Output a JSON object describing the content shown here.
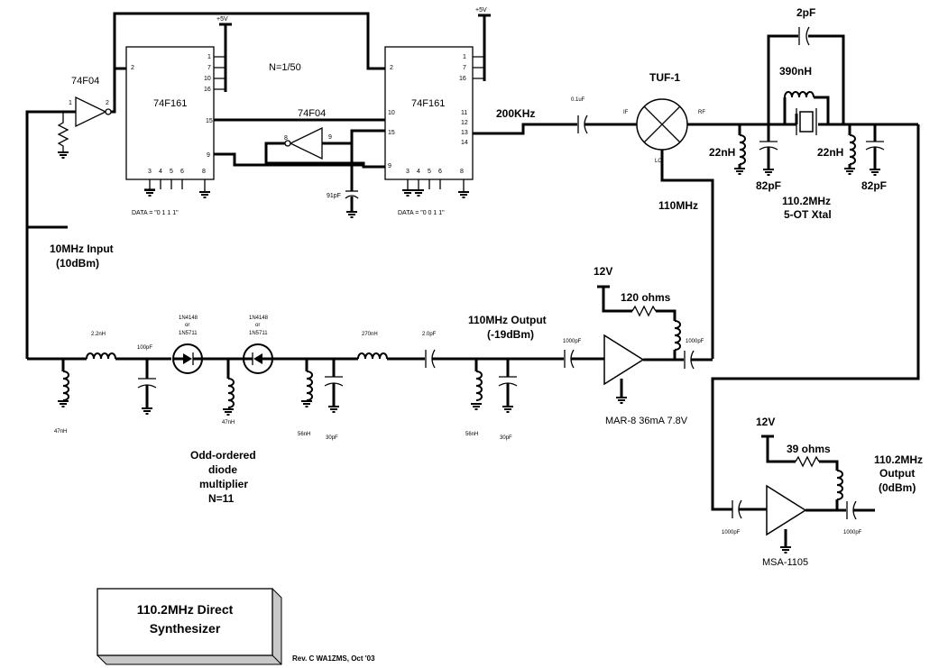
{
  "ic": {
    "u1": "74F161",
    "u2": "74F161",
    "inv_in": "74F04",
    "inv_fb": "74F04",
    "supply_label": "+5V",
    "data_u1": "DATA = \"0 1 1 1\"",
    "data_u2": "DATA = \"0 0 1 1\"",
    "divide_ratio": "N=1/50",
    "cap_91pF": "91pF",
    "pins_u1_left": [
      "2",
      "15",
      "9"
    ],
    "pins_u1_right": [
      "1",
      "7",
      "10",
      "16"
    ],
    "pins_u1_bottom": [
      "3",
      "4",
      "5",
      "6",
      "8"
    ],
    "pins_u2_left": [
      "2",
      "10",
      "15",
      "9"
    ],
    "pins_u2_right": [
      "1",
      "7",
      "16",
      "11",
      "12",
      "13",
      "14"
    ],
    "pins_u2_bottom": [
      "3",
      "4",
      "5",
      "6",
      "8"
    ],
    "inv_in_pins": [
      "1",
      "2"
    ],
    "inv_fb_pins": [
      "8",
      "9"
    ]
  },
  "mixer": {
    "name": "TUF-1",
    "port_if": "IF",
    "port_rf": "RF",
    "port_lo": "LO",
    "if_freq": "200KHz",
    "if_cap": "0.1uF",
    "lo_freq": "110MHz"
  },
  "crystal_filter": {
    "c_top": "2pF",
    "l_series": "390nH",
    "l_left": "22nH",
    "l_right": "22nH",
    "c_left": "82pF",
    "c_right": "82pF",
    "xtal_line1": "110.2MHz",
    "xtal_line2": "5-OT Xtal"
  },
  "input": {
    "line1": "10MHz Input",
    "line2": "(10dBm)"
  },
  "multiplier": {
    "l_shunt_in": "47nH",
    "l_series_in": "2.2nH",
    "c_shunt": "100pF",
    "diode1": [
      "1N4148",
      "or",
      "1N5711"
    ],
    "diode2": [
      "1N4148",
      "or",
      "1N5711"
    ],
    "l_shunt_mid": "47nH",
    "l_shunt_a": "56nH",
    "c_shunt_a": "30pF",
    "l_series_out": "270nH",
    "c_series_out": "2.0pF",
    "l_shunt_b": "56nH",
    "c_shunt_b": "30pF",
    "caption": [
      "Odd-ordered",
      "diode",
      "multiplier",
      "N=11"
    ]
  },
  "amp1": {
    "output_line1": "110MHz Output",
    "output_line2": "(-19dBm)",
    "supply": "12V",
    "bias_resistor": "120 ohms",
    "c_in": "1000pF",
    "c_out": "1000pF",
    "part": "MAR-8  36mA 7.8V"
  },
  "amp2": {
    "supply": "12V",
    "bias_resistor": "39 ohms",
    "c_in": "1000pF",
    "c_out": "1000pF",
    "part": "MSA-1105",
    "output_line1": "110.2MHz",
    "output_line2": "Output",
    "output_line3": "(0dBm)"
  },
  "title_block": {
    "line1": "110.2MHz Direct",
    "line2": "Synthesizer",
    "revision": "Rev. C   WA1ZMS, Oct '03"
  }
}
